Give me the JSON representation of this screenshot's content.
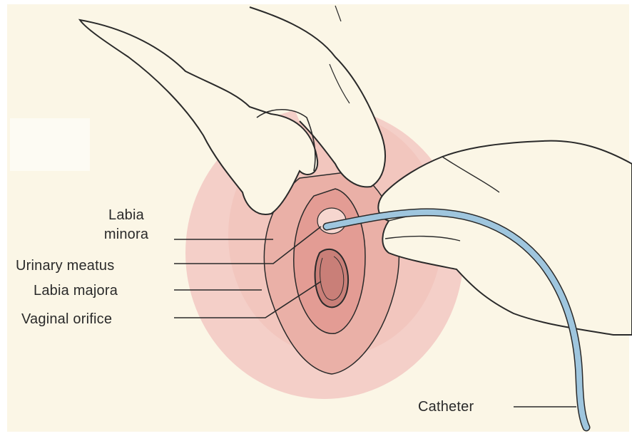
{
  "labels": {
    "labia_minora": "Labia\nminora",
    "labia_minora_line1": "Labia",
    "labia_minora_line2": "minora",
    "urinary_meatus": "Urinary meatus",
    "labia_majora": "Labia majora",
    "vaginal_orifice": "Vaginal orifice",
    "catheter": "Catheter"
  },
  "colors": {
    "background": "#fbf6e6",
    "skin_tint": "#f2c4bd",
    "tissue": "#e7a8a0",
    "orifice": "#c97f78",
    "catheter": "#9fc6de",
    "line": "#2a2a2a"
  }
}
